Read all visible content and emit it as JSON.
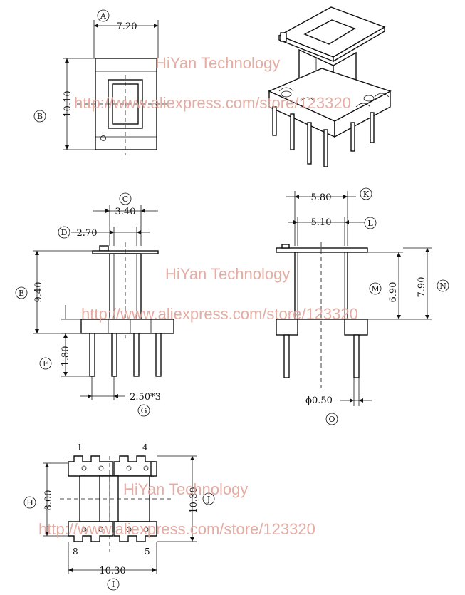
{
  "views": {
    "top": {
      "dims": {
        "width": "7.20",
        "height": "10.10"
      },
      "labels": {
        "A": "A",
        "B": "B"
      }
    },
    "front": {
      "dims": {
        "top_width": "3.40",
        "inner_width": "2.70",
        "height": "9.40",
        "pin_length": "1.80",
        "pitch": "2.50*3"
      },
      "labels": {
        "C": "C",
        "D": "D",
        "E": "E",
        "F": "F",
        "G": "G"
      }
    },
    "side": {
      "dims": {
        "outer_width": "5.80",
        "inner_width": "5.10",
        "inner_height": "6.90",
        "total_height": "7.90",
        "pin_dia": "ϕ0.50"
      },
      "labels": {
        "K": "K",
        "L": "L",
        "M": "M",
        "N": "N",
        "O": "O"
      }
    },
    "bottom": {
      "dims": {
        "height": "8.00",
        "width": "10.30",
        "depth": "10.30"
      },
      "labels": {
        "H": "H",
        "I": "I",
        "J": "J"
      },
      "pins": {
        "p1": "1",
        "p4": "4",
        "p8": "8",
        "p5": "5"
      }
    }
  },
  "watermarks": {
    "brand": "HiYan Technology",
    "url": "http://www.aliexpress.com/store/123320"
  },
  "colors": {
    "watermark": "#e3a49a",
    "line": "#111111"
  }
}
